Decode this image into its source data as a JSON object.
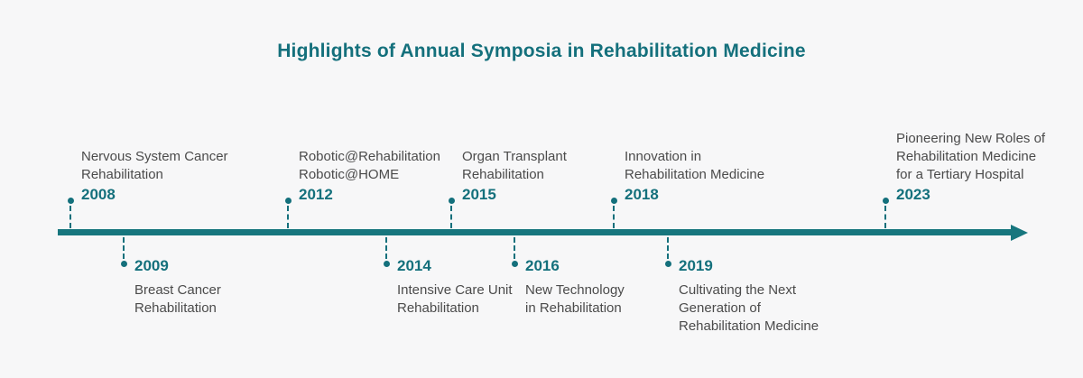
{
  "title": "Highlights of Annual Symposia in Rehabilitation Medicine",
  "colors": {
    "accent": "#14707C",
    "axis": "#17767E",
    "description_text": "#4B4B4B",
    "background": "#F7F7F8"
  },
  "timeline": {
    "axis_icon": "right-arrow-icon",
    "events": [
      {
        "year": "2008",
        "side": "above",
        "lines": [
          "Nervous System Cancer",
          "Rehabilitation"
        ]
      },
      {
        "year": "2009",
        "side": "below",
        "lines": [
          "Breast Cancer",
          "Rehabilitation"
        ]
      },
      {
        "year": "2012",
        "side": "above",
        "lines": [
          "Robotic@Rehabilitation",
          "Robotic@HOME"
        ]
      },
      {
        "year": "2014",
        "side": "below",
        "lines": [
          "Intensive Care Unit",
          "Rehabilitation"
        ]
      },
      {
        "year": "2015",
        "side": "above",
        "lines": [
          "Organ Transplant",
          "Rehabilitation"
        ]
      },
      {
        "year": "2016",
        "side": "below",
        "lines": [
          "New Technology",
          "in Rehabilitation"
        ]
      },
      {
        "year": "2018",
        "side": "above",
        "lines": [
          "Innovation in",
          "Rehabilitation Medicine"
        ]
      },
      {
        "year": "2019",
        "side": "below",
        "lines": [
          "Cultivating the Next",
          "Generation of",
          "Rehabilitation Medicine"
        ]
      },
      {
        "year": "2023",
        "side": "above",
        "lines": [
          "Pioneering New Roles of",
          "Rehabilitation Medicine",
          "for a Tertiary Hospital"
        ]
      }
    ]
  }
}
